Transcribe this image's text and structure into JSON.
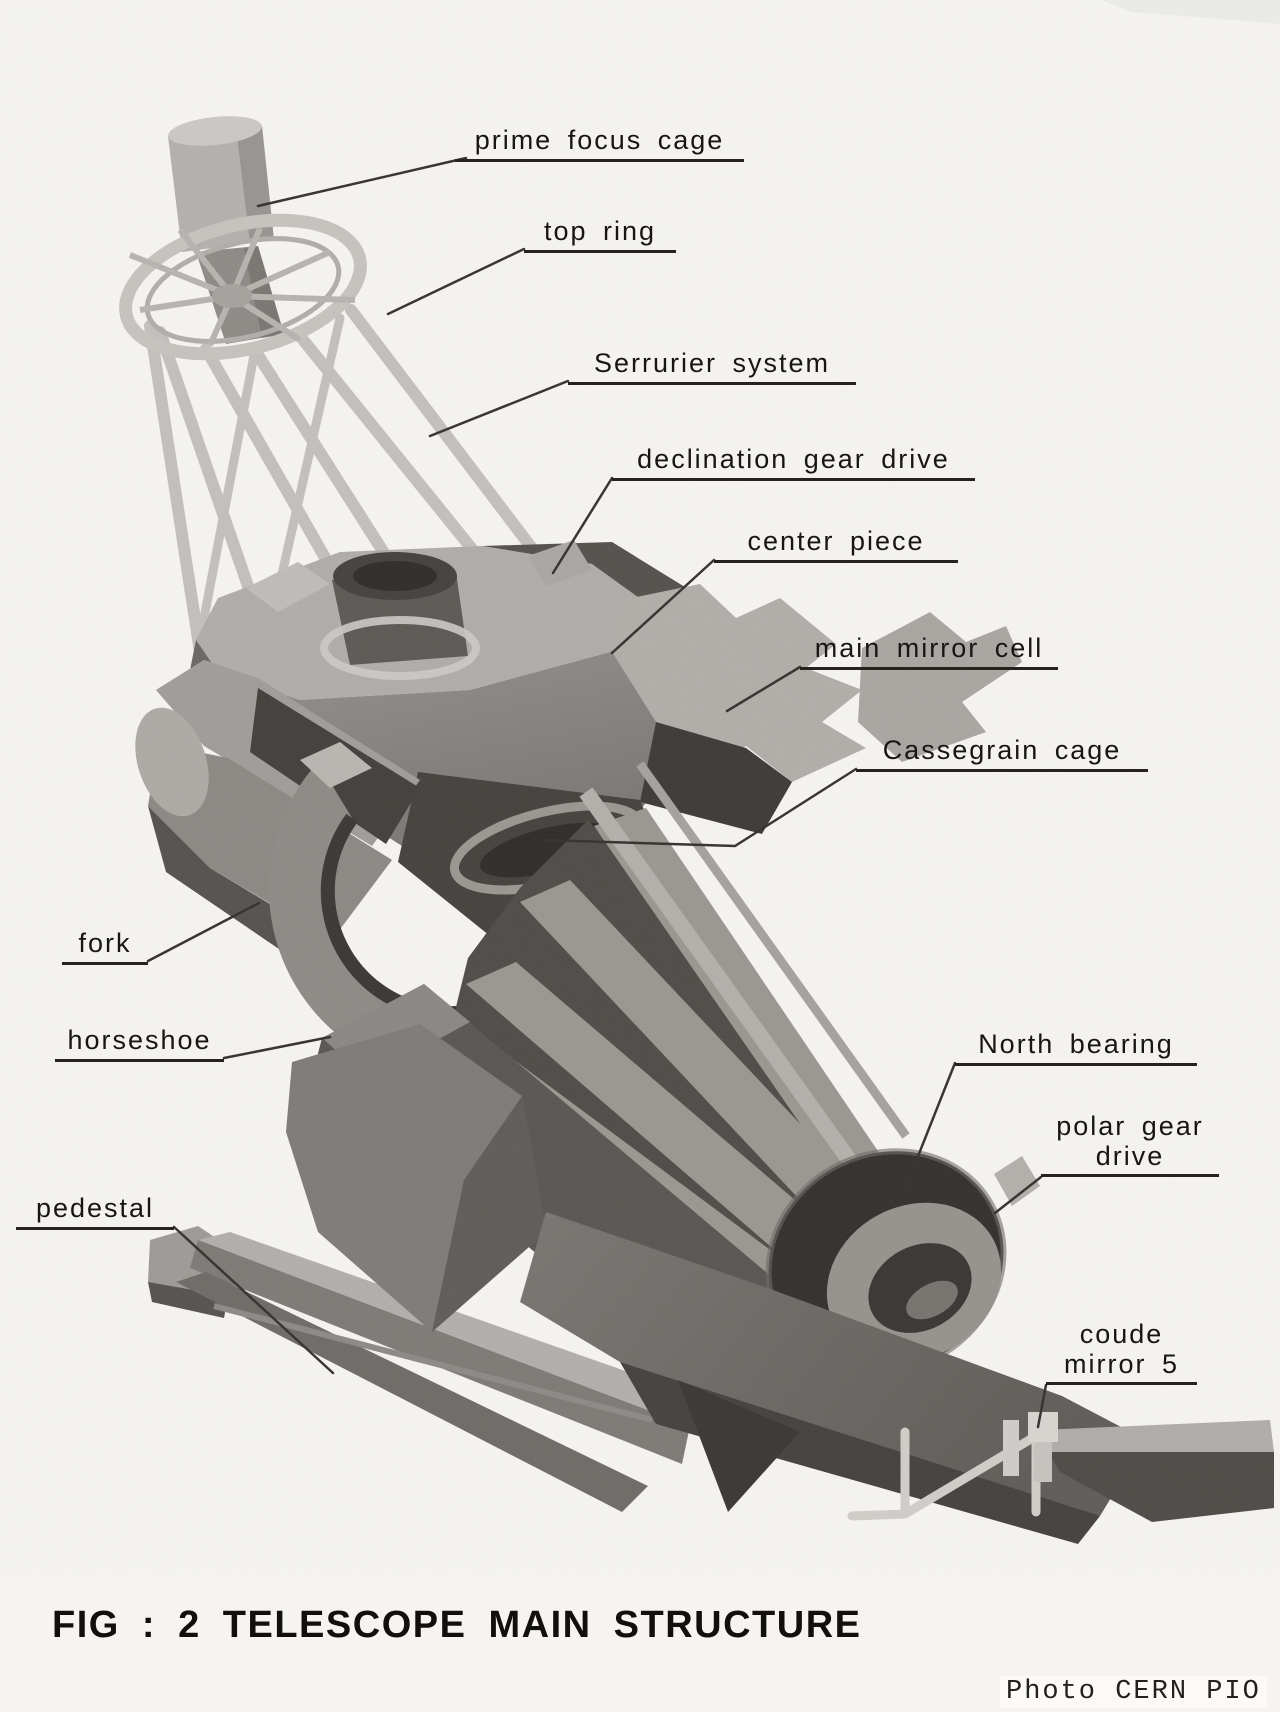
{
  "figure": {
    "caption": "FIG : 2 TELESCOPE MAIN STRUCTURE",
    "credit": "Photo CERN PIO"
  },
  "labels": [
    {
      "id": "prime-focus-cage",
      "text": "prime focus cage"
    },
    {
      "id": "top-ring",
      "text": "top ring"
    },
    {
      "id": "serrurier-system",
      "text": "Serrurier system"
    },
    {
      "id": "declination-gear-drive",
      "text": "declination gear drive"
    },
    {
      "id": "center-piece",
      "text": "center piece"
    },
    {
      "id": "main-mirror-cell",
      "text": "main mirror cell"
    },
    {
      "id": "cassegrain-cage",
      "text": "Cassegrain cage"
    },
    {
      "id": "fork",
      "text": "fork"
    },
    {
      "id": "horseshoe",
      "text": "horseshoe"
    },
    {
      "id": "north-bearing",
      "text": "North bearing"
    },
    {
      "id": "polar-gear-drive",
      "line1": "polar gear",
      "line2": "drive"
    },
    {
      "id": "pedestal",
      "text": "pedestal"
    },
    {
      "id": "coude-mirror-5",
      "line1": "coude",
      "line2": "mirror 5"
    }
  ],
  "colors": {
    "paper": "#f5f4f2",
    "ink": "#181614",
    "leader_line": "#36332f",
    "metal_light": "#c3c0bc",
    "metal_mid": "#938f8b",
    "metal_dark": "#55524e",
    "metal_darkest": "#343130"
  }
}
